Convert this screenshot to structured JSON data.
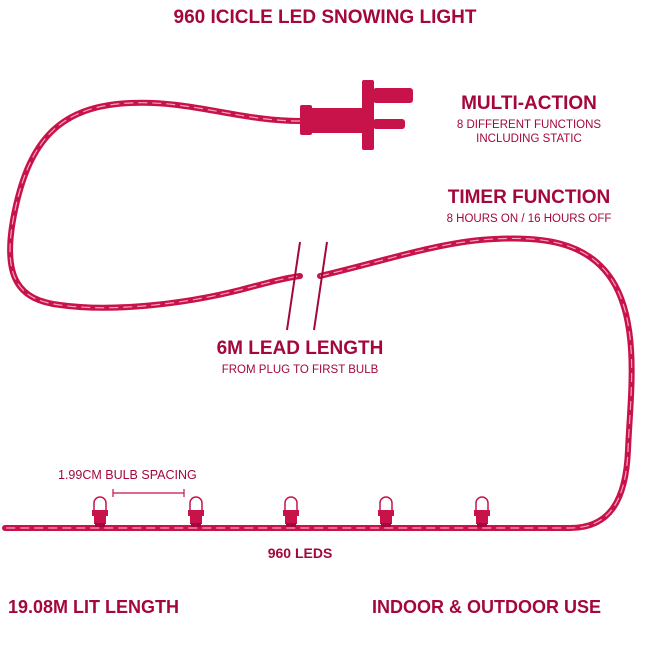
{
  "title": "960 ICICLE LED SNOWING LIGHT",
  "features": {
    "multi_action": {
      "heading": "MULTI-ACTION",
      "line1": "8 DIFFERENT FUNCTIONS",
      "line2": "INCLUDING STATIC"
    },
    "timer": {
      "heading": "TIMER FUNCTION",
      "line1": "8 HOURS ON / 16 HOURS OFF"
    },
    "lead": {
      "heading": "6M LEAD LENGTH",
      "line1": "FROM PLUG TO FIRST BULB"
    }
  },
  "bulb_spacing_label": "1.99CM BULB SPACING",
  "led_count_label": "960 LEDS",
  "lit_length_label": "19.08M LIT LENGTH",
  "usage_label": "INDOOR & OUTDOOR USE",
  "icons": {
    "plug": "plug-icon",
    "bulb": "bulb-icon",
    "cable": "twisted-cable",
    "break": "cable-break-marks"
  },
  "colors": {
    "accent": "#a3073d",
    "cable": "#c8124a",
    "background": "#ffffff"
  }
}
